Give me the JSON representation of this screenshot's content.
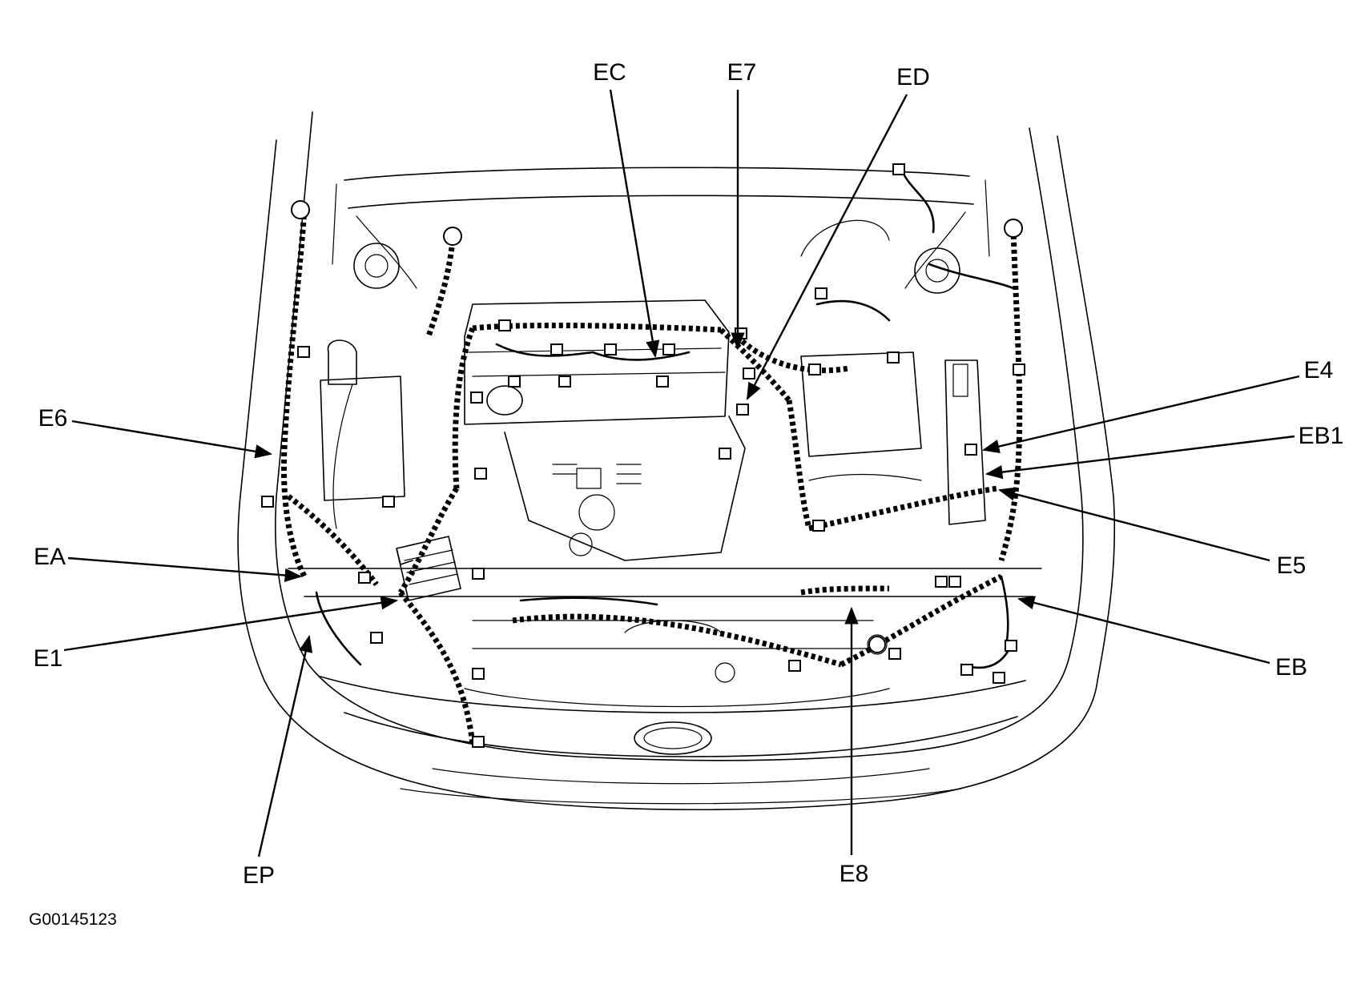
{
  "figure_id": "G00145123",
  "callouts": [
    {
      "id": "ec",
      "text": "EC"
    },
    {
      "id": "e7",
      "text": "E7"
    },
    {
      "id": "ed",
      "text": "ED"
    },
    {
      "id": "e4",
      "text": "E4"
    },
    {
      "id": "eb1",
      "text": "EB1"
    },
    {
      "id": "e5",
      "text": "E5"
    },
    {
      "id": "eb",
      "text": "EB"
    },
    {
      "id": "e8",
      "text": "E8"
    },
    {
      "id": "ep",
      "text": "EP"
    },
    {
      "id": "e1",
      "text": "E1"
    },
    {
      "id": "ea",
      "text": "EA"
    },
    {
      "id": "e6",
      "text": "E6"
    }
  ]
}
